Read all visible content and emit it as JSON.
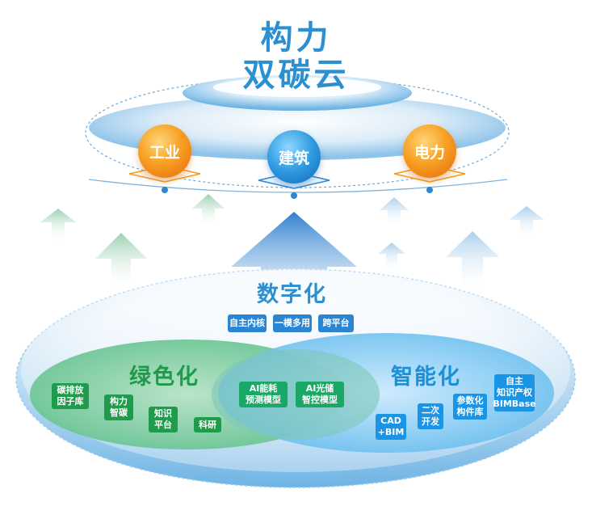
{
  "header": {
    "title_line1": "构力",
    "title_line2": "双碳云"
  },
  "platform_nodes": [
    {
      "label": "工业",
      "color": "orange"
    },
    {
      "label": "建筑",
      "color": "blue"
    },
    {
      "label": "电力",
      "color": "orange"
    }
  ],
  "digitalization": {
    "title": "数字化",
    "tags": [
      "自主内核",
      "一模多用",
      "跨平台"
    ]
  },
  "green": {
    "title": "绿色化",
    "items": [
      "碳排放\n因子库",
      "构力\n智碳",
      "知识\n平台",
      "科研"
    ]
  },
  "intelligent": {
    "title": "智能化",
    "items": [
      "CAD\n+BIM",
      "二次\n开发",
      "参数化\n构件库",
      "自主\n知识产权\nBIMBase"
    ]
  },
  "overlap": {
    "items": [
      "AI能耗\n预测模型",
      "AI光储\n智控模型"
    ]
  },
  "colors": {
    "title_blue": "#2b8fd0",
    "green_title": "#1f9a4a",
    "intelligent_title": "#1b8fd8",
    "tag_blue": "#2a86d3",
    "green_tag": "#1e9c4c",
    "sky_tag": "#1a95e6",
    "orange_ball": "#f39b1f"
  }
}
